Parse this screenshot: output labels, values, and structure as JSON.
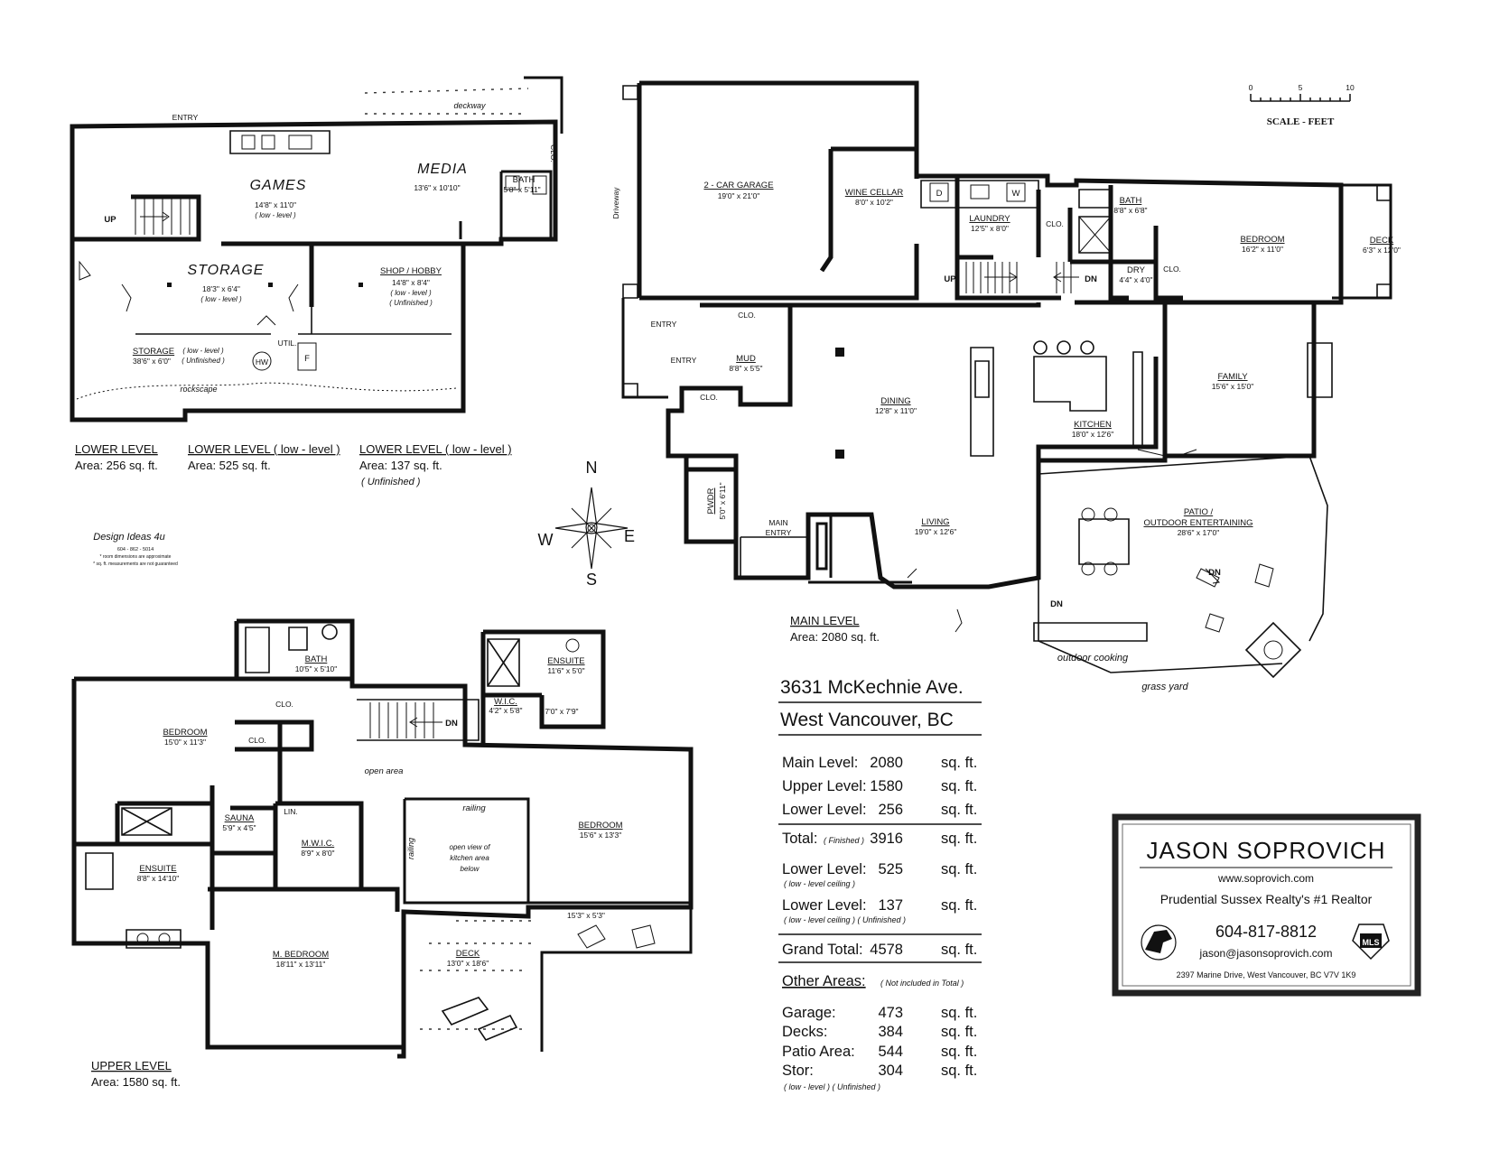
{
  "lower_level": {
    "rooms": {
      "games": "GAMES",
      "games_dim": "14'8\" x 11'0\"",
      "games_note": "( low - level )",
      "media": "MEDIA",
      "media_dim": "13'6\" x 10'10\"",
      "bath": "BATH",
      "bath_dim": "5'8\" x 5'11\"",
      "clo": "CLO.",
      "storage_hand": "STORAGE",
      "storage_dim": "18'3\" x 6'4\"",
      "storage_note": "( low - level )",
      "shop": "SHOP / HOBBY",
      "shop_dim": "14'8\" x 8'4\"",
      "shop_note1": "( low - level )",
      "shop_note2": "( Unfinished )",
      "storage2": "STORAGE",
      "storage2_note1": "( low - level )",
      "storage2_dim": "38'6\" x 6'0\"",
      "storage2_note2": "( Unfinished )",
      "util": "UTIL.",
      "hw": "HW",
      "f": "F",
      "up": "UP",
      "entry": "ENTRY",
      "deckway": "deckway",
      "rockscape": "rockscape"
    },
    "captions": [
      {
        "title": "LOWER LEVEL",
        "area": "Area:  256  sq. ft.",
        "extra": ""
      },
      {
        "title": "LOWER LEVEL ( low - level )",
        "area": "Area:  525  sq. ft.",
        "extra": ""
      },
      {
        "title": "LOWER LEVEL ( low - level )",
        "area": "Area:  137  sq. ft.",
        "extra": "( Unfinished )"
      }
    ]
  },
  "designer": {
    "name": "Design Ideas 4u",
    "phone": "604 - 862 - 5014",
    "note1": "* room dimensions are approximate",
    "note2": "* sq. ft. measurements are not guaranteed"
  },
  "compass": {
    "n": "N",
    "s": "S",
    "e": "E",
    "w": "W"
  },
  "scale": {
    "t0": "0",
    "t5": "5",
    "t10": "10",
    "label": "SCALE  -  FEET"
  },
  "main_level": {
    "rooms": {
      "driveway": "Driveway",
      "garage": "2 - CAR GARAGE",
      "garage_dim": "19'0\" x 21'0\"",
      "wine": "WINE CELLAR",
      "wine_dim": "8'0\" x 10'2\"",
      "laundry": "LAUNDRY",
      "laundry_dim": "12'5\" x 8'0\"",
      "d": "D",
      "wsym": "W",
      "clo": "CLO.",
      "bath": "BATH",
      "bath_dim": "8'8\" x 6'8\"",
      "dry": "DRY",
      "dry_dim": "4'4\" x 4'0\"",
      "bedroom": "BEDROOM",
      "bedroom_dim": "16'2\" x 11'0\"",
      "deck": "DECK",
      "deck_dim": "6'3\" x 12'0\"",
      "up": "UP",
      "dn": "DN",
      "entry1": "ENTRY",
      "entry2": "ENTRY",
      "mud": "MUD",
      "mud_dim": "8'8\" x 5'5\"",
      "dining": "DINING",
      "dining_dim": "12'8\" x 11'0\"",
      "kitchen": "KITCHEN",
      "kitchen_dim": "18'0\" x 12'6\"",
      "family": "FAMILY",
      "family_dim": "15'6\" x 15'0\"",
      "pwdr": "PWDR",
      "pwdr_dim": "5'0\" x 6'11\"",
      "main_entry1": "MAIN",
      "main_entry2": "ENTRY",
      "living": "LIVING",
      "living_dim": "19'0\" x 12'6\"",
      "patio1": "PATIO /",
      "patio2": "OUTDOOR ENTERTAINING",
      "patio_dim": "28'6\" x 17'0\"",
      "outdoor_cooking": "outdoor cooking",
      "grass_yard": "grass yard"
    },
    "caption": {
      "title": "MAIN LEVEL",
      "area": "Area:  2080  sq. ft."
    }
  },
  "upper_level": {
    "rooms": {
      "bath": "BATH",
      "bath_dim": "10'5\" x 5'10\"",
      "ensuite_top": "ENSUITE",
      "ensuite_top_dim": "11'6\" x 5'0\"",
      "bedroom1": "BEDROOM",
      "bedroom1_dim": "15'0\" x 11'3\"",
      "clo": "CLO.",
      "dn": "DN",
      "wic": "W.I.C.",
      "wic_dim": "4'2\" x 5'8\"",
      "hall_dim": "7'0\" x 7'9\"",
      "open_area": "open area",
      "railing": "railing",
      "open_view1": "open view of",
      "open_view2": "kitchen area",
      "open_view3": "below",
      "sauna": "SAUNA",
      "sauna_dim": "5'9\" x 4'5\"",
      "lin": "LIN.",
      "mwic": "M.W.I.C.",
      "mwic_dim": "8'9\" x 8'0\"",
      "ensuite": "ENSUITE",
      "ensuite_dim": "8'8\" x 14'10\"",
      "bedroom2": "BEDROOM",
      "bedroom2_dim": "15'6\" x 13'3\"",
      "mbed": "M. BEDROOM",
      "mbed_dim": "18'11\" x 13'11\"",
      "deck": "DECK",
      "deck_dim": "13'0\" x 18'6\"",
      "deck2_dim": "15'3\" x 5'3\""
    },
    "caption": {
      "title": "UPPER LEVEL",
      "area": "Area:  1580  sq. ft."
    }
  },
  "address": {
    "line1": "3631 McKechnie Ave.",
    "line2": "West  Vancouver, BC"
  },
  "summary": {
    "main": {
      "label": "Main Level:",
      "value": "2080",
      "unit": "sq. ft."
    },
    "upper": {
      "label": "Upper Level:",
      "value": "1580",
      "unit": "sq. ft."
    },
    "lower": {
      "label": "Lower Level:",
      "value": "256",
      "unit": "sq. ft."
    },
    "total": {
      "label": "Total:",
      "note": "( Finished )",
      "value": "3916",
      "unit": "sq. ft."
    },
    "lower2": {
      "label": "Lower Level:",
      "note": "( low - level ceiling )",
      "value": "525",
      "unit": "sq. ft."
    },
    "lower3": {
      "label": "Lower Level:",
      "note": "( low - level ceiling ) ( Unfinished )",
      "value": "137",
      "unit": "sq. ft."
    },
    "grand": {
      "label": "Grand Total:",
      "value": "4578",
      "unit": "sq. ft."
    },
    "other": {
      "label": "Other Areas:",
      "note": "( Not included in Total )"
    },
    "garage": {
      "label": "Garage:",
      "value": "473",
      "unit": "sq. ft."
    },
    "decks": {
      "label": "Decks:",
      "value": "384",
      "unit": "sq. ft."
    },
    "patio": {
      "label": "Patio Area:",
      "value": "544",
      "unit": "sq. ft."
    },
    "stor": {
      "label": "Stor:",
      "value": "304",
      "unit": "sq. ft.",
      "note": "( low - level  ) ( Unfinished )"
    }
  },
  "realtor": {
    "name": "JASON SOPROVICH",
    "website": "www.soprovich.com",
    "tagline": "Prudential Sussex Realty's #1 Realtor",
    "phone": "604-817-8812",
    "email": "jason@jasonsoprovich.com",
    "address": "2397 Marine Drive, West Vancouver, BC  V7V 1K9",
    "mls": "MLS"
  }
}
